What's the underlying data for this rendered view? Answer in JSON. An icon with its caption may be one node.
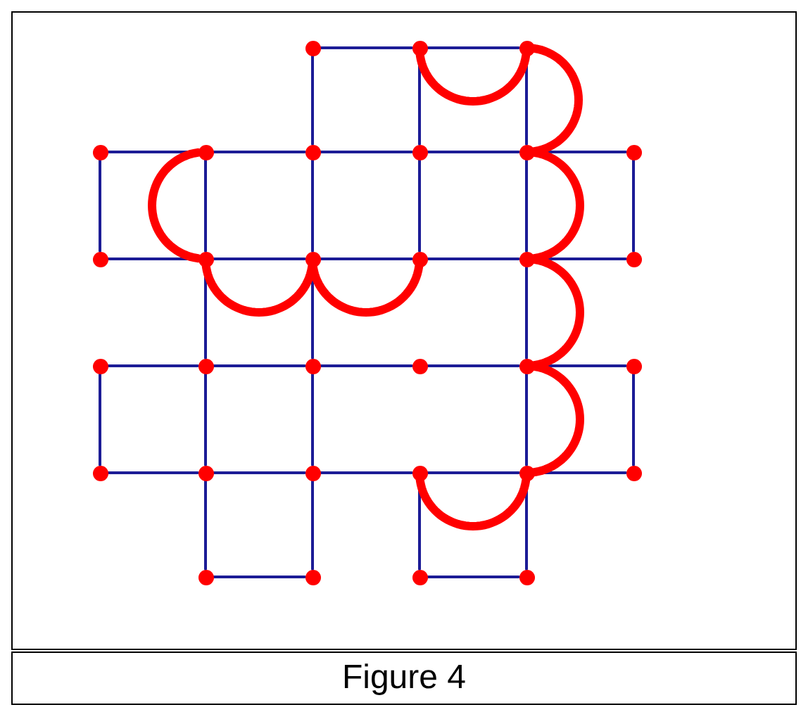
{
  "diagram": {
    "caption": "Figure 4",
    "nodes": [
      {
        "text": [],
        "shape": "circle"
      },
      {
        "text": [],
        "shape": "circle"
      },
      {
        "text": [],
        "shape": "circle"
      },
      {
        "text": [],
        "shape": "circle"
      },
      {
        "text": [],
        "shape": "circle"
      },
      {
        "text": [],
        "shape": "circle"
      },
      {
        "text": [],
        "shape": "circle"
      },
      {
        "text": [],
        "shape": "circle"
      },
      {
        "text": [],
        "shape": "circle"
      },
      {
        "text": [],
        "shape": "circle"
      },
      {
        "text": [],
        "shape": "circle"
      },
      {
        "text": [],
        "shape": "circle"
      },
      {
        "text": [],
        "shape": "circle"
      },
      {
        "text": [],
        "shape": "circle"
      },
      {
        "text": [],
        "shape": "circle"
      },
      {
        "text": [],
        "shape": "circle"
      },
      {
        "text": [],
        "shape": "circle"
      },
      {
        "text": [],
        "shape": "circle"
      },
      {
        "text": [],
        "shape": "circle"
      },
      {
        "text": [],
        "shape": "circle"
      },
      {
        "text": [],
        "shape": "circle"
      },
      {
        "text": [],
        "shape": "circle"
      },
      {
        "text": [],
        "shape": "circle"
      },
      {
        "text": [],
        "shape": "circle"
      },
      {
        "text": [],
        "shape": "circle"
      },
      {
        "text": [],
        "shape": "circle"
      },
      {
        "text": [],
        "shape": "circle"
      },
      {
        "text": [],
        "shape": "circle"
      },
      {
        "text": [],
        "shape": "circle"
      },
      {
        "text": [],
        "shape": "circle"
      },
      {
        "text": [],
        "shape": "circle"
      }
    ],
    "edges": [
      {
        "from": 0,
        "to": 1,
        "arrow": "none"
      },
      {
        "from": 1,
        "to": 2,
        "arrow": "none"
      },
      {
        "from": 3,
        "to": 4,
        "arrow": "none"
      },
      {
        "from": 4,
        "to": 5,
        "arrow": "none"
      },
      {
        "from": 5,
        "to": 6,
        "arrow": "none"
      },
      {
        "from": 6,
        "to": 7,
        "arrow": "none"
      },
      {
        "from": 7,
        "to": 8,
        "arrow": "none"
      },
      {
        "from": 9,
        "to": 10,
        "arrow": "none"
      },
      {
        "from": 10,
        "to": 11,
        "arrow": "none"
      },
      {
        "from": 11,
        "to": 12,
        "arrow": "none"
      },
      {
        "from": 12,
        "to": 13,
        "arrow": "none"
      },
      {
        "from": 13,
        "to": 14,
        "arrow": "none"
      },
      {
        "from": 15,
        "to": 16,
        "arrow": "none"
      },
      {
        "from": 16,
        "to": 17,
        "arrow": "none"
      },
      {
        "from": 17,
        "to": 18,
        "arrow": "none"
      },
      {
        "from": 18,
        "to": 19,
        "arrow": "none"
      },
      {
        "from": 19,
        "to": 20,
        "arrow": "none"
      },
      {
        "from": 21,
        "to": 22,
        "arrow": "none"
      },
      {
        "from": 22,
        "to": 23,
        "arrow": "none"
      },
      {
        "from": 23,
        "to": 24,
        "arrow": "none"
      },
      {
        "from": 24,
        "to": 25,
        "arrow": "none"
      },
      {
        "from": 25,
        "to": 26,
        "arrow": "none"
      },
      {
        "from": 27,
        "to": 28,
        "arrow": "none"
      },
      {
        "from": 29,
        "to": 30,
        "arrow": "none"
      },
      {
        "from": 0,
        "to": 5,
        "arrow": "none"
      },
      {
        "from": 1,
        "to": 6,
        "arrow": "none"
      },
      {
        "from": 2,
        "to": 7,
        "arrow": "none"
      },
      {
        "from": 3,
        "to": 9,
        "arrow": "none"
      },
      {
        "from": 4,
        "to": 10,
        "arrow": "none"
      },
      {
        "from": 5,
        "to": 11,
        "arrow": "none"
      },
      {
        "from": 6,
        "to": 12,
        "arrow": "none"
      },
      {
        "from": 7,
        "to": 13,
        "arrow": "none"
      },
      {
        "from": 8,
        "to": 14,
        "arrow": "none"
      },
      {
        "from": 10,
        "to": 16,
        "arrow": "none"
      },
      {
        "from": 11,
        "to": 17,
        "arrow": "none"
      },
      {
        "from": 13,
        "to": 19,
        "arrow": "none"
      },
      {
        "from": 15,
        "to": 21,
        "arrow": "none"
      },
      {
        "from": 16,
        "to": 22,
        "arrow": "none"
      },
      {
        "from": 17,
        "to": 23,
        "arrow": "none"
      },
      {
        "from": 19,
        "to": 25,
        "arrow": "none"
      },
      {
        "from": 20,
        "to": 26,
        "arrow": "none"
      },
      {
        "from": 22,
        "to": 27,
        "arrow": "none"
      },
      {
        "from": 23,
        "to": 28,
        "arrow": "none"
      },
      {
        "from": 24,
        "to": 29,
        "arrow": "none"
      },
      {
        "from": 25,
        "to": 30,
        "arrow": "none"
      },
      {
        "from": 1,
        "to": 2,
        "arrow": "none",
        "style": "thick",
        "color": "#ff0000"
      },
      {
        "from": 2,
        "to": 7,
        "arrow": "none",
        "style": "thick",
        "color": "#ff0000"
      },
      {
        "from": 7,
        "to": 13,
        "arrow": "none",
        "style": "thick",
        "color": "#ff0000"
      },
      {
        "from": 4,
        "to": 10,
        "arrow": "none",
        "style": "thick",
        "color": "#ff0000"
      },
      {
        "from": 10,
        "to": 11,
        "arrow": "none",
        "style": "thick",
        "color": "#ff0000"
      },
      {
        "from": 11,
        "to": 12,
        "arrow": "none",
        "style": "thick",
        "color": "#ff0000"
      },
      {
        "from": 13,
        "to": 19,
        "arrow": "none",
        "style": "thick",
        "color": "#ff0000"
      },
      {
        "from": 19,
        "to": 25,
        "arrow": "none",
        "style": "thick",
        "color": "#ff0000"
      },
      {
        "from": 24,
        "to": 25,
        "arrow": "none",
        "style": "thick",
        "color": "#ff0000"
      }
    ]
  }
}
